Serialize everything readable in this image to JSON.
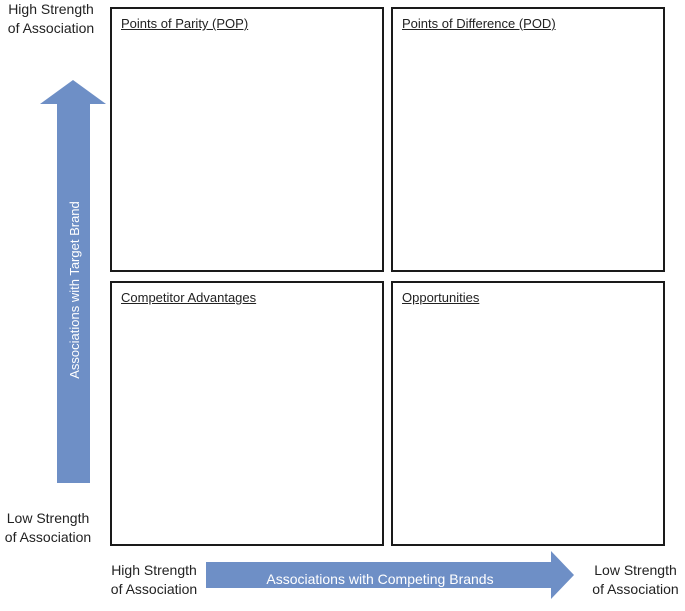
{
  "top_left_label": {
    "line1": "High Strength",
    "line2": "of Association"
  },
  "bottom_left_label": {
    "line1": "Low Strength",
    "line2": "of Association"
  },
  "bottom_x_start_label": {
    "line1": "High Strength",
    "line2": "of Association"
  },
  "bottom_x_end_label": {
    "line1": "Low Strength",
    "line2": "of Association"
  },
  "vertical_axis": {
    "label": "Associations with Target Brand",
    "color": "#6e8fc6"
  },
  "horizontal_axis": {
    "label": "Associations with Competing Brands",
    "color": "#6e8fc6"
  },
  "quadrants": [
    {
      "title": "Points of Parity (POP)"
    },
    {
      "title": "Points of Difference (POD)"
    },
    {
      "title": "Competitor Advantages"
    },
    {
      "title": "Opportunities"
    }
  ]
}
